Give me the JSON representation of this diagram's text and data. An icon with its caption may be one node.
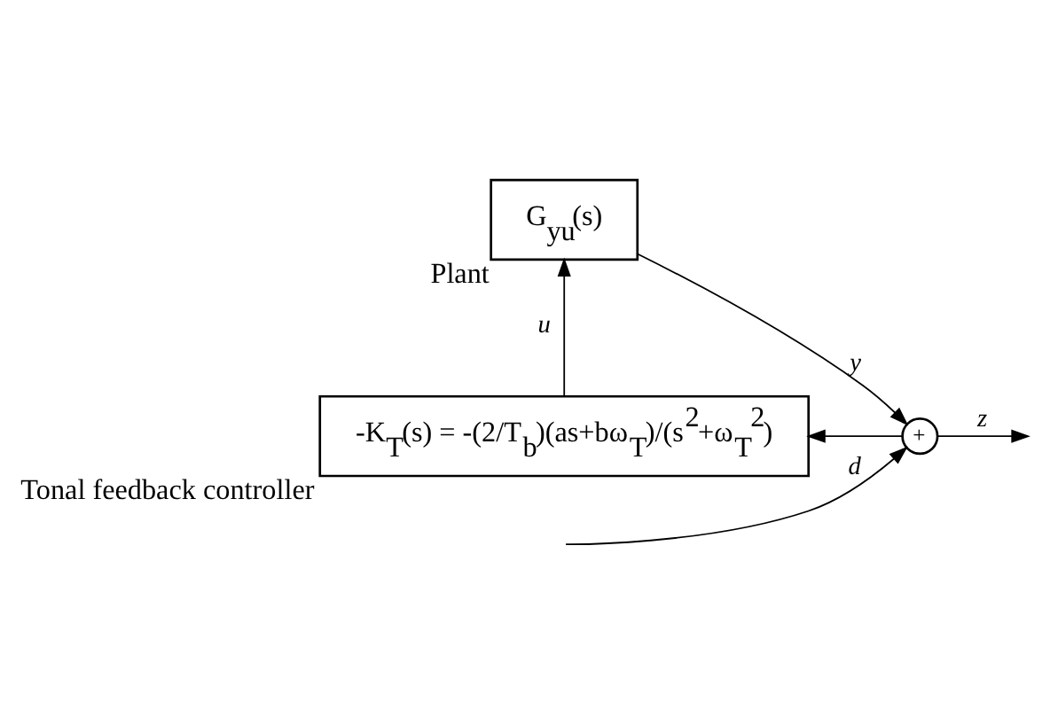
{
  "diagram": {
    "nodes": [
      {
        "text": [
          "G$_{yu}$(s)"
        ],
        "beside": [
          "Plant"
        ]
      },
      {
        "text": [
          "+"
        ]
      },
      {
        "text": [
          "-K$_{T}$(s) = -(2/T$_{b}$)(as+bω$_{T}$)/(s$^{2}$+ω$_{T}$$^{2}$)"
        ],
        "beside": [
          "Tonal feedback controller"
        ]
      }
    ],
    "edges": [
      {
        "from": 2,
        "to": 0,
        "arrow": "to",
        "label": "u"
      },
      {
        "from": 0,
        "to": 1,
        "arrow": "to",
        "label": "y"
      },
      {
        "from": null,
        "to": 1,
        "arrow": "to",
        "label": "d"
      },
      {
        "from": 1,
        "to": null,
        "arrow": "to",
        "label": "z"
      },
      {
        "from": 1,
        "to": 2,
        "arrow": "to"
      }
    ]
  }
}
